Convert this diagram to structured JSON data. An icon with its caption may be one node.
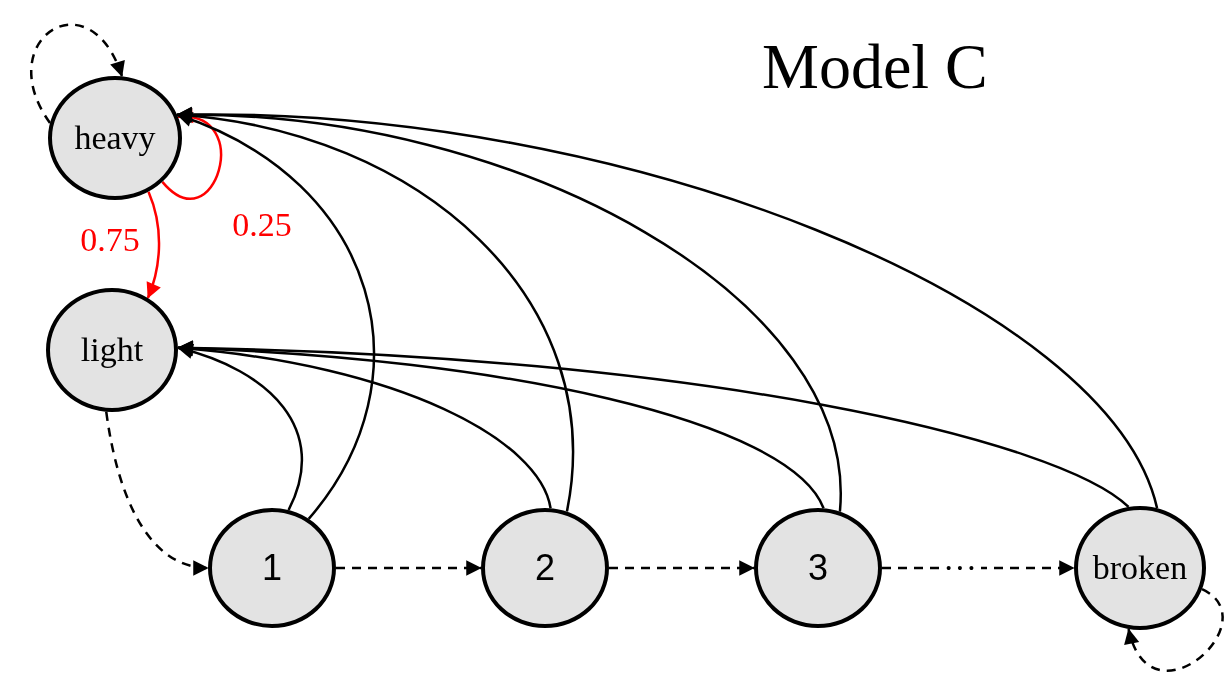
{
  "diagram": {
    "title": "Model C",
    "nodes": [
      {
        "text": [
          "heavy"
        ]
      },
      {
        "text": [
          "light"
        ]
      },
      {
        "text": [
          "1"
        ]
      },
      {
        "text": [
          "2"
        ]
      },
      {
        "text": [
          "3"
        ]
      },
      {
        "text": [
          "broken"
        ]
      }
    ],
    "edges": [
      {
        "from": 0,
        "to": 0,
        "arrow": "to",
        "style": "dashed"
      },
      {
        "from": 0,
        "to": 0,
        "arrow": "to",
        "label": "0.25",
        "color": "#ff0000"
      },
      {
        "from": 0,
        "to": 1,
        "arrow": "to",
        "label": "0.75",
        "color": "#ff0000"
      },
      {
        "from": 1,
        "to": 2,
        "arrow": "to",
        "style": "dashed"
      },
      {
        "from": 2,
        "to": 3,
        "arrow": "to",
        "style": "dashed"
      },
      {
        "from": 3,
        "to": 4,
        "arrow": "to",
        "style": "dashed"
      },
      {
        "from": 4,
        "to": 5,
        "arrow": "to",
        "style": "dashed",
        "label": "···"
      },
      {
        "from": 5,
        "to": 5,
        "arrow": "to",
        "style": "dashed"
      },
      {
        "from": 2,
        "to": 1,
        "arrow": "to"
      },
      {
        "from": 2,
        "to": 0,
        "arrow": "to"
      },
      {
        "from": 3,
        "to": 1,
        "arrow": "to"
      },
      {
        "from": 3,
        "to": 0,
        "arrow": "to"
      },
      {
        "from": 4,
        "to": 1,
        "arrow": "to"
      },
      {
        "from": 4,
        "to": 0,
        "arrow": "to"
      },
      {
        "from": 5,
        "to": 1,
        "arrow": "to"
      },
      {
        "from": 5,
        "to": 0,
        "arrow": "to"
      }
    ]
  }
}
